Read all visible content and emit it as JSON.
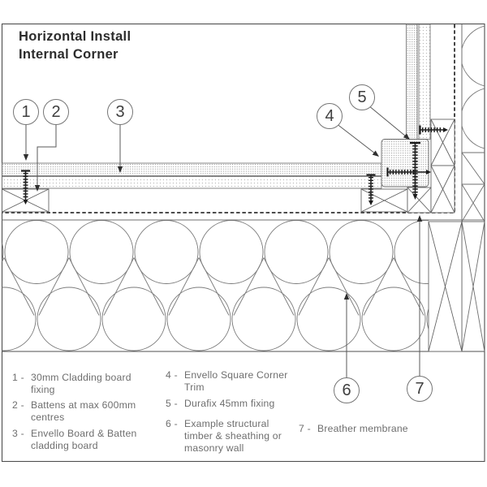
{
  "title": {
    "line1": "Horizontal Install",
    "line2": "Internal Corner"
  },
  "callouts": [
    {
      "num": "1"
    },
    {
      "num": "2"
    },
    {
      "num": "3"
    },
    {
      "num": "4"
    },
    {
      "num": "5"
    },
    {
      "num": "6"
    },
    {
      "num": "7"
    }
  ],
  "legend": {
    "items": [
      {
        "num": "1 -",
        "text": "30mm Cladding board\nfixing"
      },
      {
        "num": "2 -",
        "text": "Battens at max 600mm\ncentres"
      },
      {
        "num": "3 -",
        "text": "Envello Board & Batten\ncladding board"
      },
      {
        "num": "4 -",
        "text": "Envello Square Corner\nTrim"
      },
      {
        "num": "5 -",
        "text": "Durafix 45mm fixing"
      },
      {
        "num": "6 -",
        "text": "Example structural\ntimber & sheathing or\nmasonry wall"
      },
      {
        "num": "7 -",
        "text": "Breather membrane"
      }
    ]
  },
  "colors": {
    "line": "#5a5a5a",
    "frame": "#4f4f4f",
    "dark": "#1c1c1c",
    "title_text": "#2c2c2c",
    "legend_text": "#6e6e6e",
    "stipple": "#8c8c8c",
    "background": "#ffffff"
  }
}
